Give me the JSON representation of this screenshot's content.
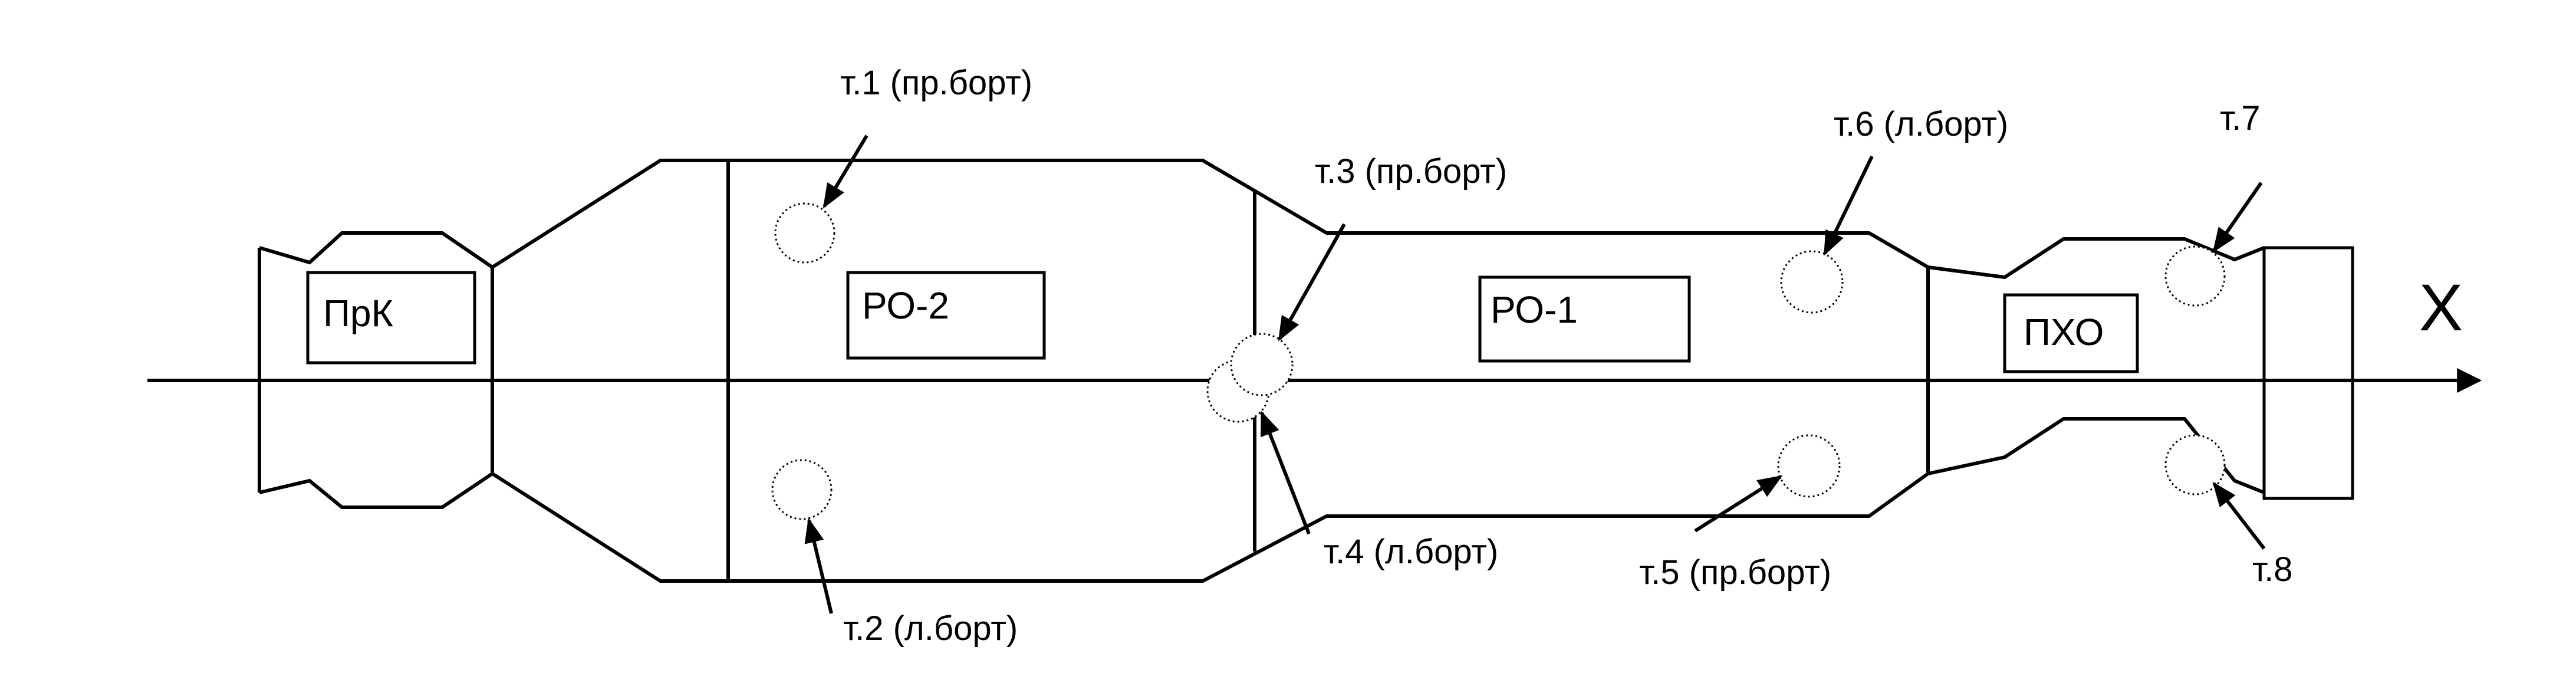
{
  "compartments": {
    "prk": "ПрК",
    "ro2": "РО-2",
    "ro1": "РО-1",
    "pho": "ПХО"
  },
  "axis_label": "X",
  "points": {
    "p1": "т.1 (пр.борт)",
    "p2": "т.2 (л.борт)",
    "p3": "т.3 (пр.борт)",
    "p4": "т.4 (л.борт)",
    "p5": "т.5 (пр.борт)",
    "p6": "т.6 (л.борт)",
    "p7": "т.7",
    "p8": "т.8"
  }
}
